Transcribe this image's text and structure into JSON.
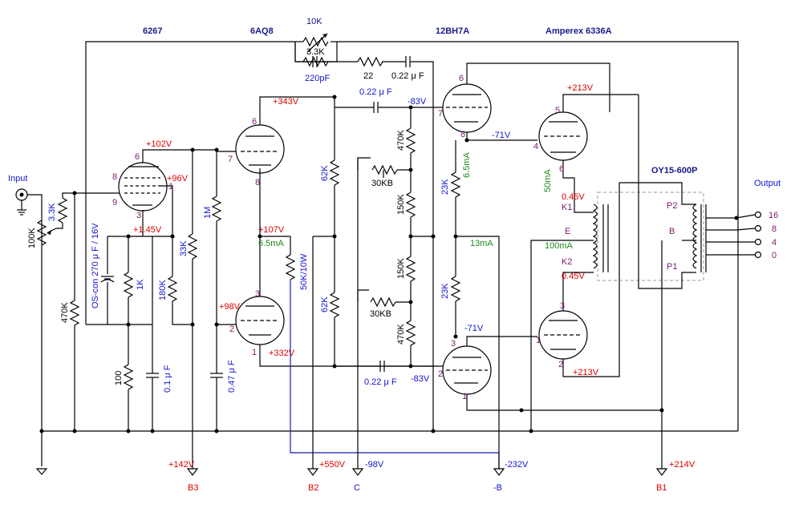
{
  "tubes": {
    "v1": "6267",
    "v2": "6AQ8",
    "v3": "12BH7A",
    "v4": "Amperex 6336A"
  },
  "transformer": "OY15-600P",
  "io": {
    "input": "Input",
    "output": "Output",
    "taps": [
      "16",
      "8",
      "4",
      "0"
    ],
    "windings": [
      "P2",
      "B",
      "P1"
    ],
    "cathode_windings": [
      "K1",
      "E",
      "K2"
    ]
  },
  "components": {
    "fb_r1": "10K",
    "fb_r2": "3.3K",
    "fb_c": "220pF",
    "fb_r3": "22",
    "fb_c2": "0.22 μ F",
    "r_3k3_in": "3.3K",
    "pot_100k": "100K",
    "r_470k": "470K",
    "c_oscon": "OS-con 270 μ F / 16V",
    "r_1k": "1K",
    "r_100": "100",
    "c_01": "0.1 μ F",
    "r_180k": "180K",
    "r_33k": "33K",
    "r_1m": "1M",
    "c_047": "0.47 μ F",
    "r_62k_top": "62K",
    "r_62k_bot": "62K",
    "r_50k": "50K/10W",
    "c_022_top": "0.22 μ F",
    "c_022_bot": "0.22 μ F",
    "r_470k_top": "470K",
    "pot_30kb_top": "30KB",
    "r_150k_top": "150K",
    "r_150k_bot": "150K",
    "pot_30kb_bot": "30KB",
    "r_470k_bot": "470K",
    "r_23k_top": "23K",
    "r_23k_bot": "23K"
  },
  "voltages": {
    "v343": "+343V",
    "v102": "+102V",
    "v96": "+96V",
    "v145": "+1.45V",
    "v107": "+107V",
    "v98": "+98V",
    "v332": "+332V",
    "vm83_top": "-83V",
    "vm71_top": "-71V",
    "vm83_bot": "-83V",
    "vm71_bot": "-71V",
    "v213_top": "+213V",
    "v213_bot": "+213V",
    "v045_top": "0.45V",
    "v045_bot": "0.45V"
  },
  "currents": {
    "i65_left": "6.5mA",
    "i65_right": "6.5mA",
    "i13": "13mA",
    "i50": "50mA",
    "i100": "100mA"
  },
  "pins": {
    "v1": [
      "6",
      "8",
      "1",
      "9",
      "3"
    ],
    "v2a": [
      "6",
      "7",
      "8"
    ],
    "v2b": [
      "3",
      "2",
      "1"
    ],
    "v3a": [
      "6",
      "7",
      "8"
    ],
    "v3b": [
      "3",
      "2",
      "1"
    ],
    "v4a": [
      "5",
      "4",
      "6"
    ],
    "v4b": [
      "3",
      "1",
      "2"
    ]
  },
  "rails": [
    {
      "voltage": "+142V",
      "name": "B3"
    },
    {
      "voltage": "+550V",
      "name": "B2"
    },
    {
      "voltage": "-98V",
      "name": "C"
    },
    {
      "voltage": "-232V",
      "name": "-B"
    },
    {
      "voltage": "+214V",
      "name": "B1"
    }
  ]
}
